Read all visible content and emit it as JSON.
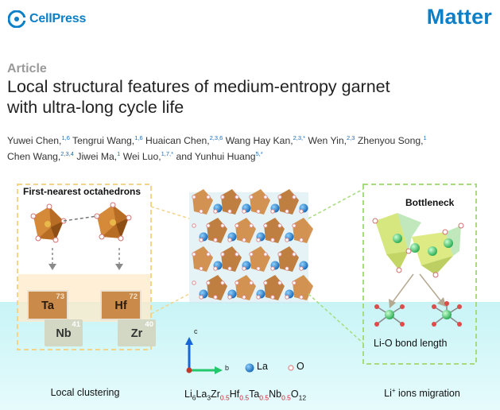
{
  "header": {
    "publisher": "CellPress",
    "journal": "Matter"
  },
  "article": {
    "type": "Article",
    "title_line1": "Local structural features of medium-entropy garnet",
    "title_line2": "with ultra-long cycle life"
  },
  "authors": [
    {
      "name": "Yuwei Chen,",
      "aff": "1,6"
    },
    {
      "name": "Tengrui Wang,",
      "aff": "1,6"
    },
    {
      "name": "Huaican Chen,",
      "aff": "2,3,6"
    },
    {
      "name": "Wang Hay Kan,",
      "aff": "2,3,*"
    },
    {
      "name": "Wen Yin,",
      "aff": "2,3"
    },
    {
      "name": "Zhenyou Song,",
      "aff": "1"
    },
    {
      "name": "Chen Wang,",
      "aff": "2,3,4"
    },
    {
      "name": "Jiwei Ma,",
      "aff": "1"
    },
    {
      "name": "Wei Luo,",
      "aff": "1,7,*"
    },
    {
      "name": "and Yunhui Huang",
      "aff": "5,*"
    }
  ],
  "graphic": {
    "left_panel": {
      "label": "First-nearest octahedrons",
      "caption": "Local clustering",
      "tiles": [
        {
          "symbol": "Ta",
          "number": "73"
        },
        {
          "symbol": "Hf",
          "number": "72"
        },
        {
          "symbol": "Nb",
          "number": "41"
        },
        {
          "symbol": "Zr",
          "number": "40"
        }
      ]
    },
    "center_panel": {
      "axis_c": "c",
      "axis_b": "b",
      "legend_la": "La",
      "legend_o": "O",
      "formula": {
        "li": "Li",
        "li_n": "6",
        "la": "La",
        "la_n": "3",
        "zr": "Zr",
        "zr_n": "0.5",
        "hf": "Hf",
        "hf_n": "0.5",
        "ta": "Ta",
        "ta_n": "0.5",
        "nb": "Nb",
        "nb_n": "0.5",
        "o": "O",
        "o_n": "12"
      }
    },
    "right_panel": {
      "label": "Bottleneck",
      "bond_label": "Li-O bond length",
      "caption_li": "Li",
      "caption_sup": "+",
      "caption_rest": " ions migration"
    },
    "colors": {
      "brand_blue": "#0b7fc8",
      "panel_border": "#f2d58a",
      "right_border": "#a6dc7d",
      "cyan_band": "#c8f4f6",
      "octahedron": "#c77a2a",
      "la_atom": "#1d7fcf",
      "o_atom": "#e7a4a4",
      "li_atom": "#3cc36a"
    }
  }
}
